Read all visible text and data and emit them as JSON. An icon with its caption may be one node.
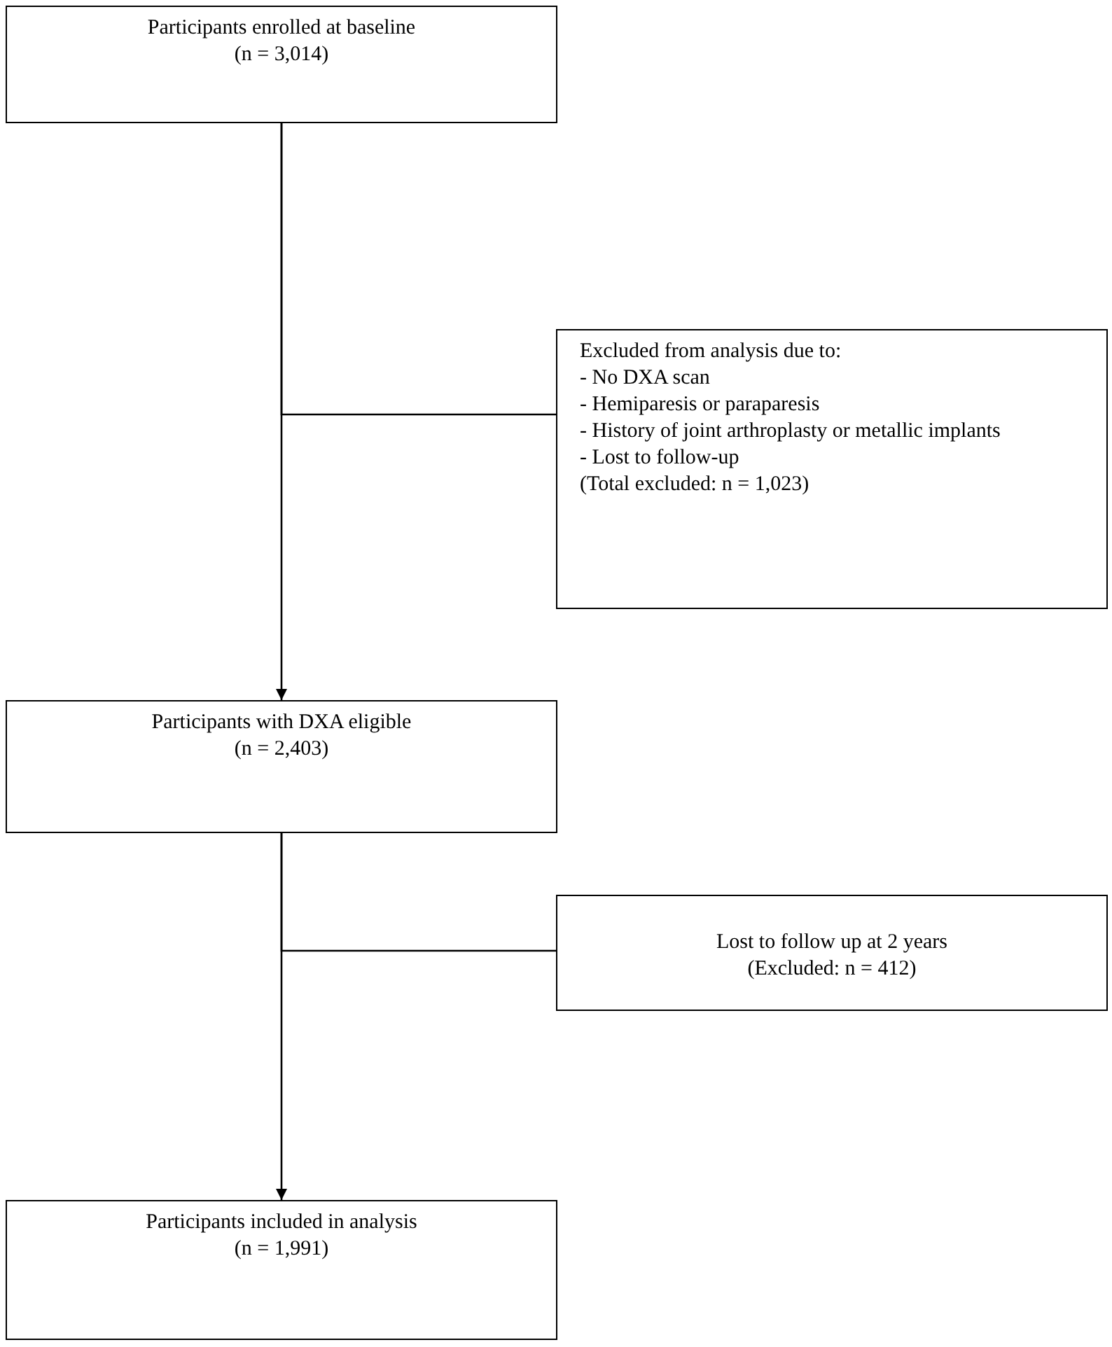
{
  "diagram": {
    "nodes": [
      {
        "text": [
          "Participants enrolled at baseline",
          "(n = 3,014)"
        ]
      },
      {
        "text": [
          "Excluded from analysis due to:",
          "- No DXA scan",
          "- Hemiparesis or paraparesis",
          "- History of joint arthroplasty or metallic implants",
          "- Lost to follow-up",
          "(Total excluded: n = 1,023)"
        ]
      },
      {
        "text": [
          "Participants with DXA eligible",
          "(n = 2,403)"
        ]
      },
      {
        "text": [
          "Lost to follow up at 2 years",
          "(Excluded: n = 412)"
        ]
      },
      {
        "text": [
          "Participants included in analysis",
          "(n = 1,991)"
        ]
      }
    ],
    "edges": [
      {
        "from": 0,
        "to": 2,
        "arrow": "to"
      },
      {
        "from": 0,
        "to": 1,
        "arrow": "none"
      },
      {
        "from": 2,
        "to": 4,
        "arrow": "to"
      },
      {
        "from": 2,
        "to": 3,
        "arrow": "none"
      }
    ]
  }
}
